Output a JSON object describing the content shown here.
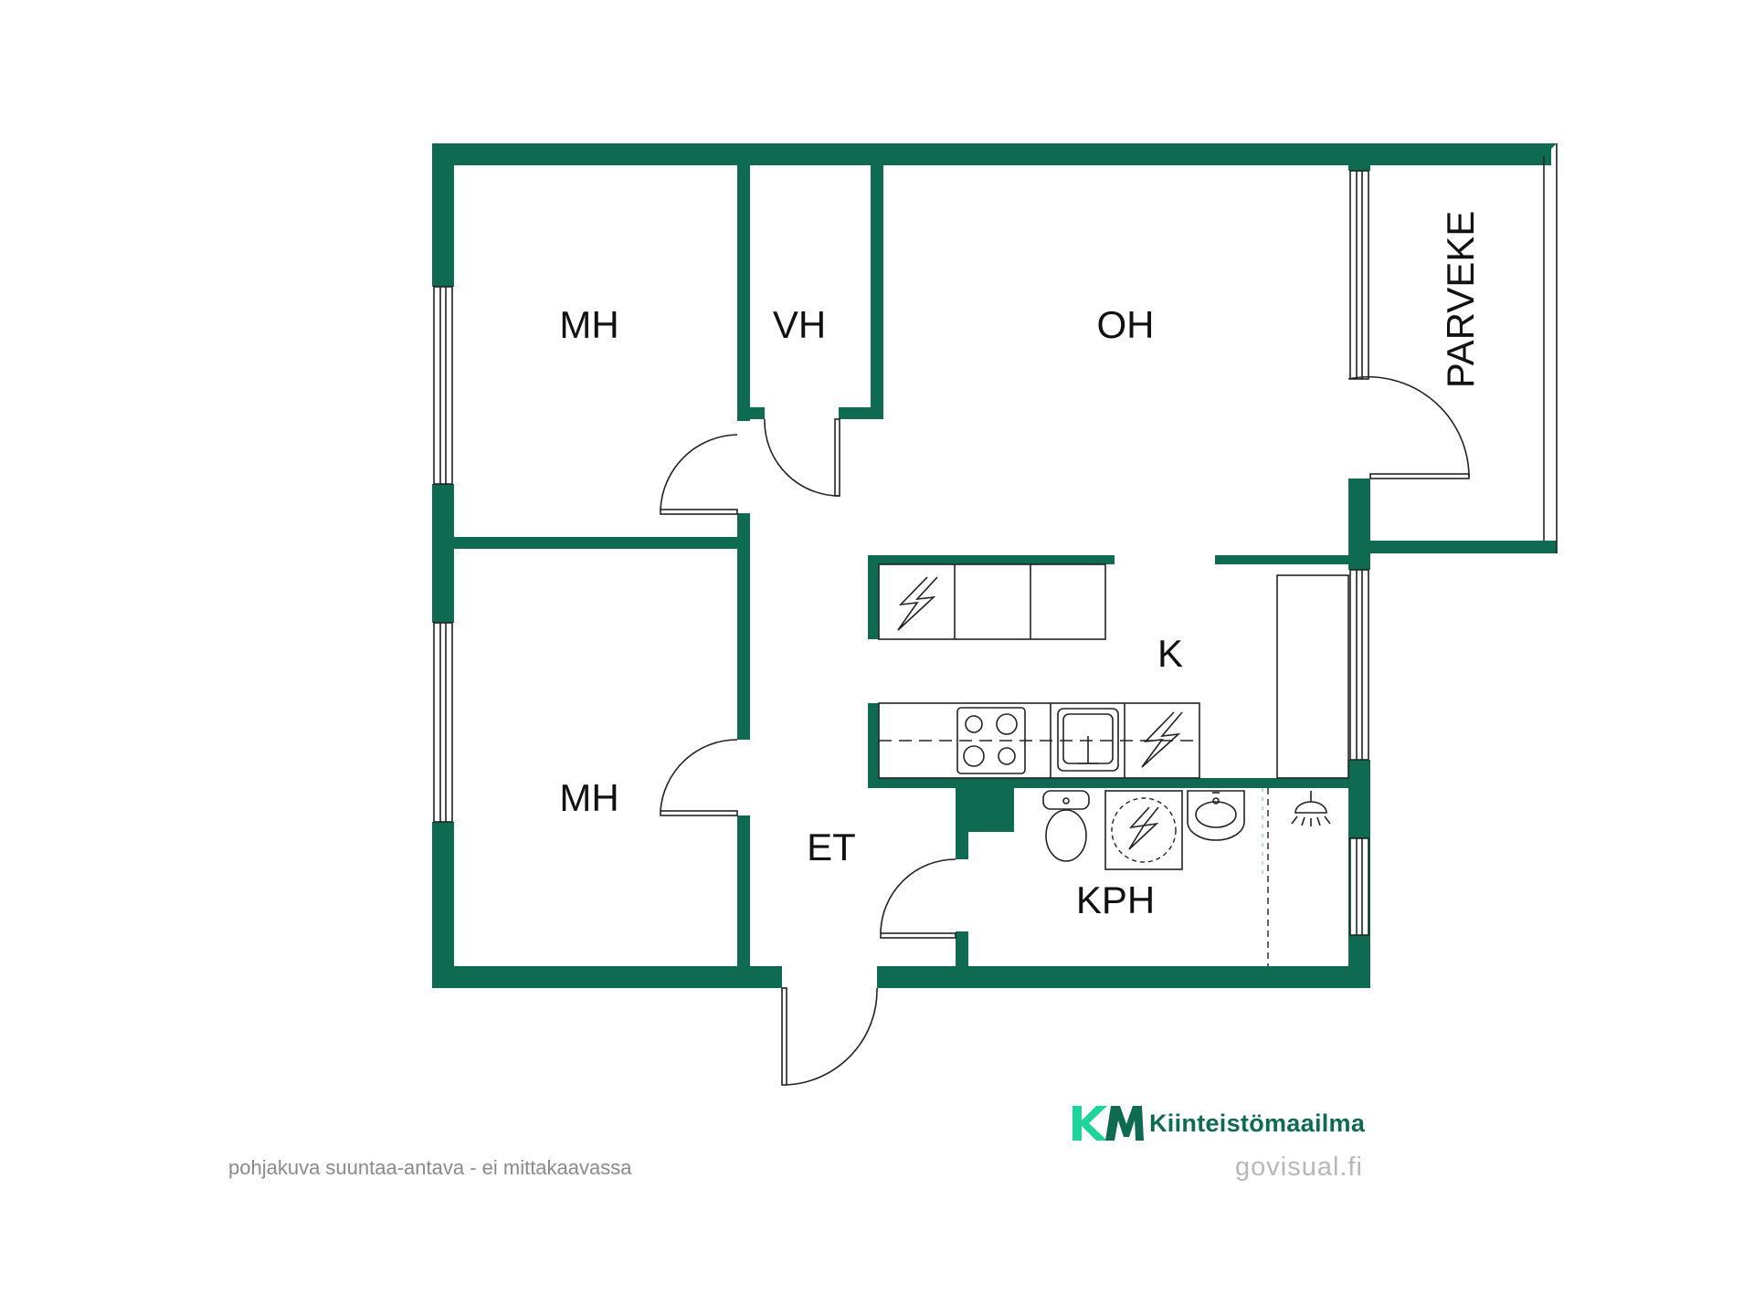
{
  "rooms": {
    "mh_upper": "MH",
    "vh": "VH",
    "oh": "OH",
    "parveke": "PARVEKE",
    "k": "K",
    "mh_lower": "MH",
    "et": "ET",
    "kph": "KPH"
  },
  "footer": {
    "note": "pohjakuva suuntaa-antava - ei mittakaavassa",
    "brand_name": "Kiinteistömaailma",
    "credit": "govisual.fi"
  },
  "colors": {
    "wall": "#0e6b52",
    "brand_accent": "#1fd49a",
    "note_text": "#8a8a8a",
    "credit_text": "#b8b8b8"
  },
  "icons": [
    "electric-appliance-icon",
    "stove-icon",
    "sink-icon",
    "toilet-icon",
    "washing-machine-icon",
    "washbasin-icon",
    "shower-icon",
    "door-swing-icon",
    "window-icon"
  ]
}
